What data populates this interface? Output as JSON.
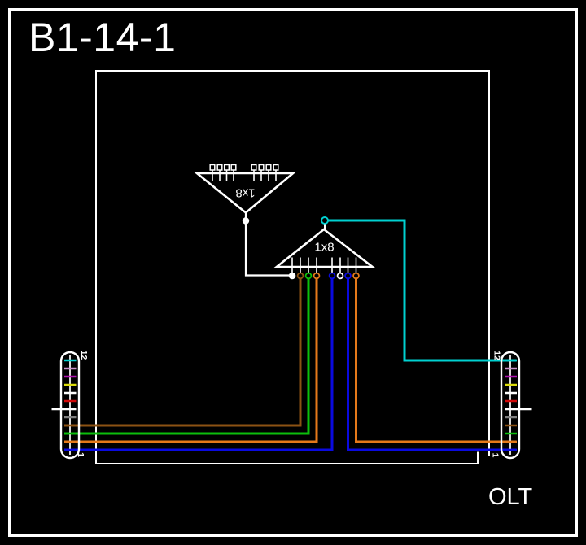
{
  "title": "B1-14-1",
  "olt_label": "OLT",
  "splitters": {
    "upper": {
      "label": "1x8",
      "ports": 8,
      "orientation": "outputs-up",
      "note": "label rotated 180deg"
    },
    "lower": {
      "label": "1x8",
      "ports": 8,
      "orientation": "outputs-down"
    }
  },
  "cables": {
    "left": {
      "top_label": "12",
      "bottom_label": "1",
      "fiber_count": 12
    },
    "right": {
      "top_label": "12",
      "bottom_label": "1",
      "fiber_count": 12
    }
  },
  "tick_order_top_to_bottom": [
    "aqua",
    "rose",
    "violet",
    "yellow",
    "black_fiber",
    "red",
    "white",
    "slate",
    "brown",
    "green",
    "orange",
    "blue"
  ],
  "connections": [
    {
      "fiber": "left-cable-4-brown",
      "to": "lower-splitter-port-2"
    },
    {
      "fiber": "left-cable-3-green",
      "to": "lower-splitter-port-3"
    },
    {
      "fiber": "left-cable-2-orange",
      "to": "lower-splitter-port-4"
    },
    {
      "fiber": "left-cable-1-blue",
      "to": "lower-splitter-port-5"
    },
    {
      "fiber": "right-cable-1-blue",
      "to": "lower-splitter-port-7"
    },
    {
      "fiber": "right-cable-2-orange",
      "to": "lower-splitter-port-8"
    },
    {
      "fiber": "right-cable-12-aqua",
      "to": "lower-splitter-input"
    },
    {
      "fiber": "lower-splitter-port-1",
      "to": "upper-splitter-input"
    }
  ],
  "colors": {
    "outline": "#FFFFFF",
    "background": "#000000",
    "aqua": "#00D0D0",
    "rose": "#C993CB",
    "violet": "#B114B1",
    "yellow": "#DCDC0A",
    "black_fiber": "#FFFFFF",
    "red": "#D20A0A",
    "white": "#FFFFFF",
    "slate": "#7F7F7F",
    "brown": "#8C5213",
    "green": "#0CBE0C",
    "orange": "#E5791A",
    "blue": "#0A0ADF"
  }
}
